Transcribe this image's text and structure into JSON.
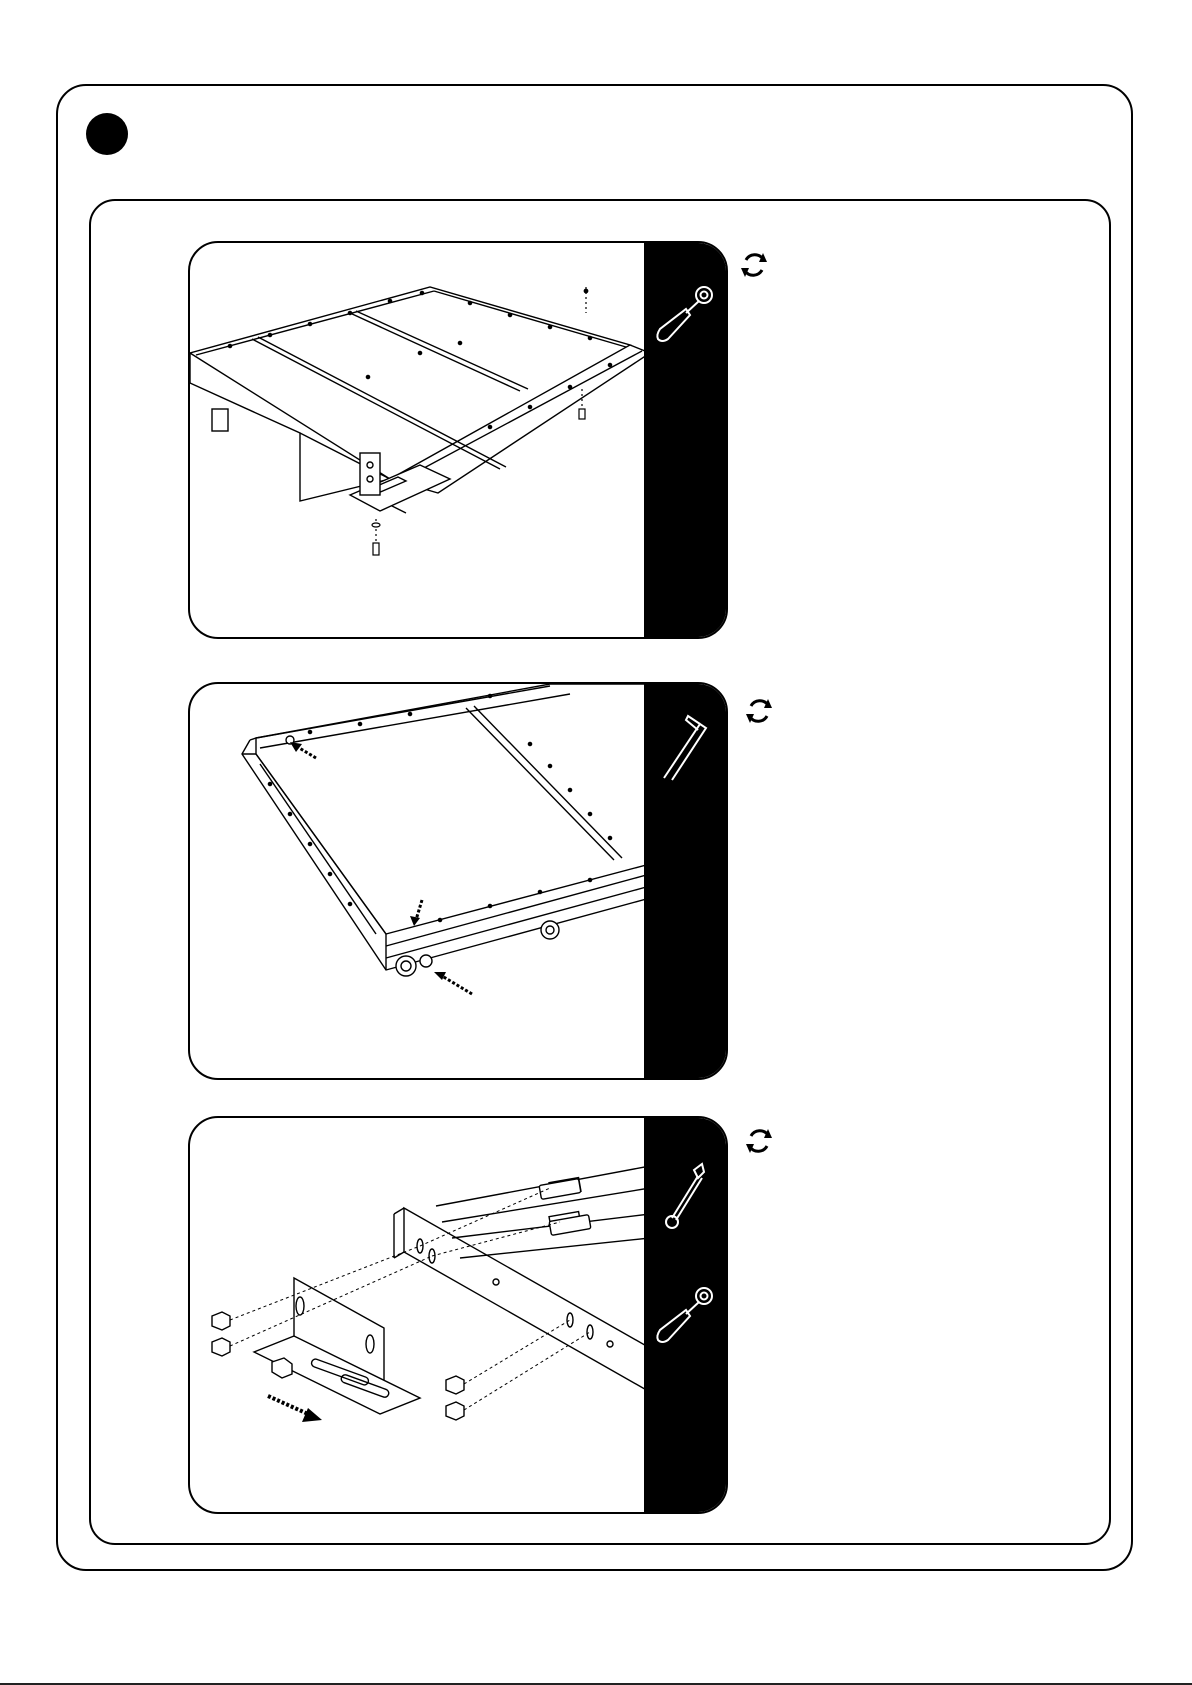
{
  "page": {
    "step_badge": "step-number-badge",
    "icons": {
      "rotate": "rotate-arrows-icon",
      "screwdriver": "screwdriver-icon",
      "hex_key": "hex-key-icon",
      "wrench": "open-end-wrench-icon"
    }
  },
  "panels": [
    {
      "id": "panel-1",
      "tools": [
        "screwdriver-icon"
      ]
    },
    {
      "id": "panel-2",
      "tools": [
        "hex-key-icon"
      ]
    },
    {
      "id": "panel-3",
      "tools": [
        "open-end-wrench-icon",
        "screwdriver-icon"
      ]
    }
  ],
  "colors": {
    "ink": "#000000",
    "paper": "#ffffff"
  }
}
